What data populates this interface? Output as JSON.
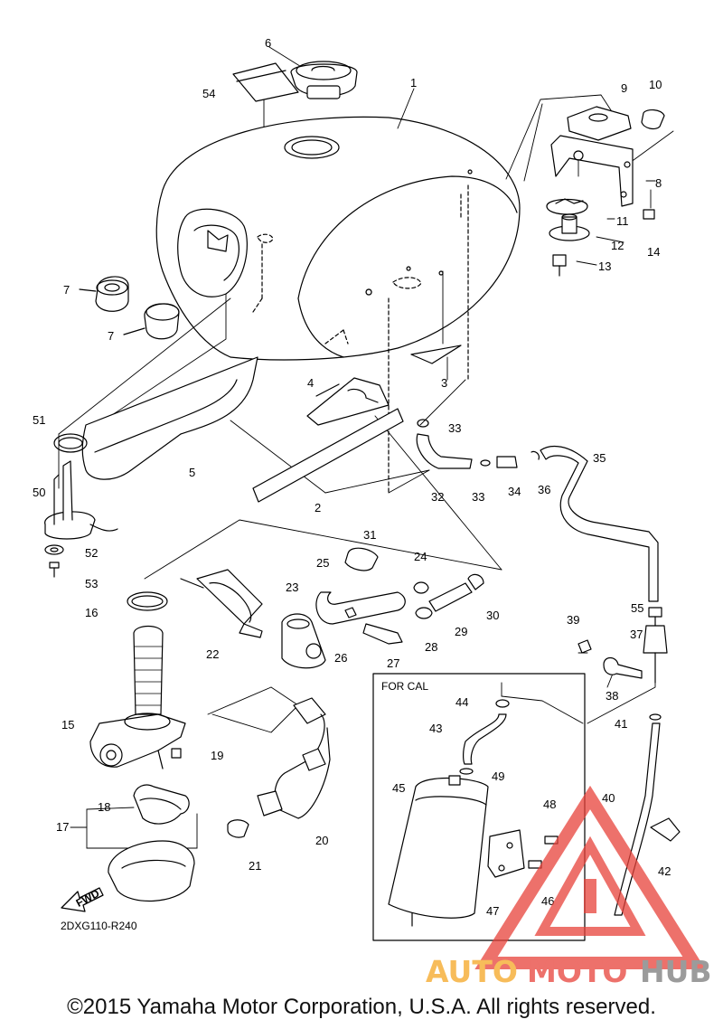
{
  "diagram": {
    "part_labels": [
      "1",
      "2",
      "3",
      "4",
      "5",
      "6",
      "7",
      "7",
      "8",
      "9",
      "10",
      "11",
      "12",
      "13",
      "14",
      "15",
      "16",
      "17",
      "18",
      "19",
      "20",
      "21",
      "22",
      "23",
      "24",
      "25",
      "26",
      "27",
      "28",
      "29",
      "30",
      "31",
      "32",
      "33",
      "33",
      "34",
      "35",
      "36",
      "37",
      "38",
      "39",
      "40",
      "41",
      "42",
      "43",
      "44",
      "45",
      "46",
      "47",
      "48",
      "49",
      "50",
      "51",
      "52",
      "53",
      "54",
      "55"
    ],
    "inset_title": "FOR CAL",
    "fwd_label": "FWD",
    "drawing_code": "2DXG110-R240"
  },
  "watermark": {
    "part1": "AUTO",
    "part2": "MOTO",
    "part3": "HUB",
    "color_orange": "#f5a623",
    "color_red": "#e8423a",
    "color_gray": "#7a7a7a"
  },
  "copyright": "©2015 Yamaha Motor Corporation, U.S.A. All rights reserved."
}
